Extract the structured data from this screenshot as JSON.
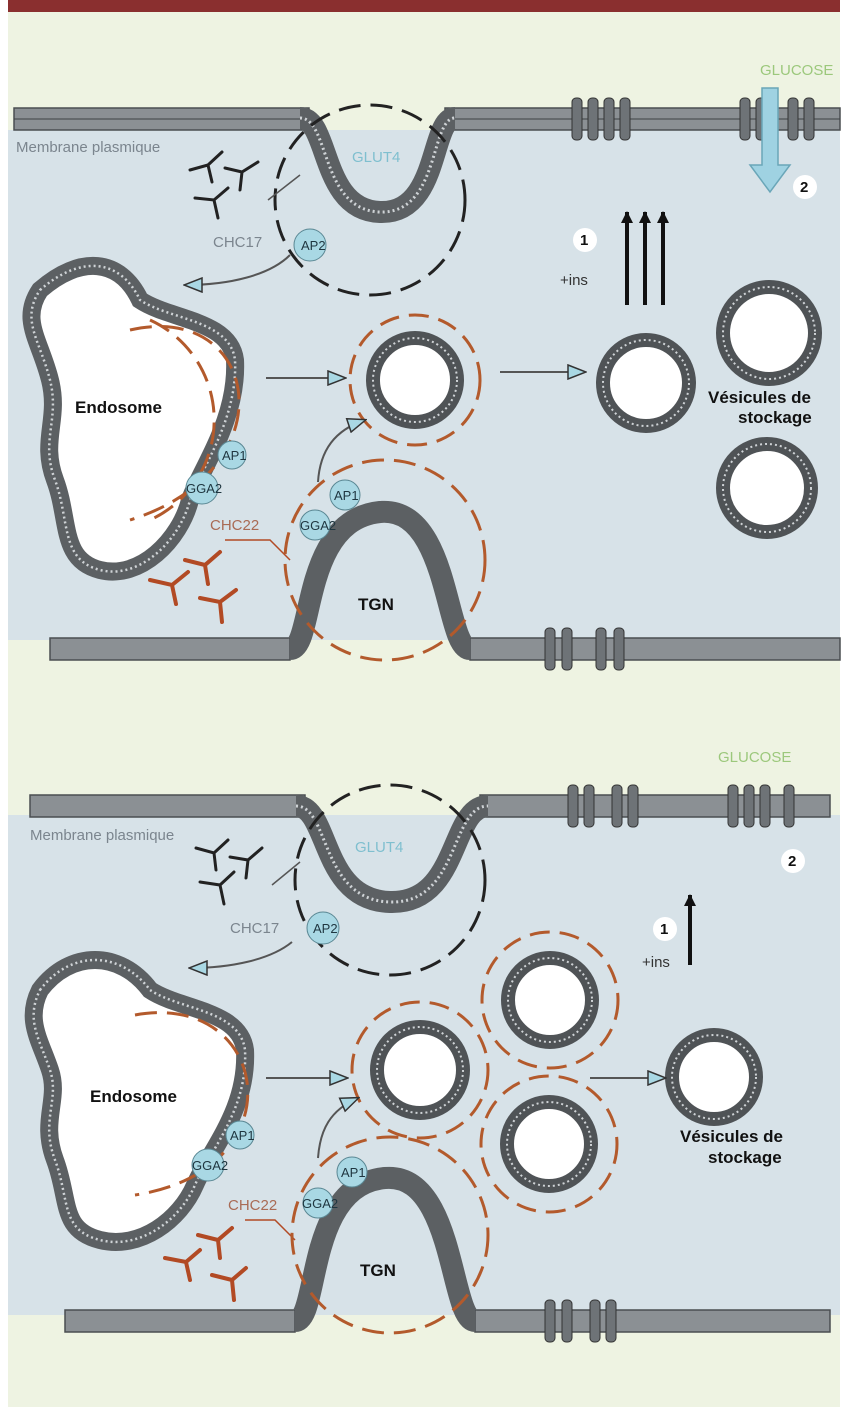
{
  "colors": {
    "top_bar": "#8a2f2f",
    "page_bg": "#eef3e2",
    "cytoplasm": "#d7e2e8",
    "membrane": "#5c6063",
    "chc17_clathrin": "#222222",
    "chc22_clathrin": "#b24a24",
    "chc22_coat_dashes": "#b35a2c",
    "chc17_coat_dashes": "#222222",
    "adaptor": "#a9d8e4",
    "glucose_arrow": "#9fd2e2",
    "glucose_label": "#9cc87c",
    "glut4_label": "#7fbfcf"
  },
  "panels": [
    {
      "glucose_label": "GLUCOSE",
      "membrane_label": "Membrane plasmique",
      "glut4_label": "GLUT4",
      "chc17_label": "CHC17",
      "ap2_label": "AP2",
      "endosome_label": "Endosome",
      "ap1_label": "AP1",
      "gga2_label": "GGA2",
      "chc22_label": "CHC22",
      "tgn_label": "TGN",
      "step1_label": "1",
      "step2_label": "2",
      "insulin_label": "+ins",
      "storage_label_line1": "Vésicules de",
      "storage_label_line2": "stockage"
    },
    {
      "glucose_label": "GLUCOSE",
      "membrane_label": "Membrane plasmique",
      "glut4_label": "GLUT4",
      "chc17_label": "CHC17",
      "ap2_label": "AP2",
      "endosome_label": "Endosome",
      "ap1_label": "AP1",
      "gga2_label": "GGA2",
      "chc22_label": "CHC22",
      "tgn_label": "TGN",
      "step1_label": "1",
      "step2_label": "2",
      "insulin_label": "+ins",
      "storage_label_line1": "Vésicules de",
      "storage_label_line2": "stockage"
    }
  ]
}
